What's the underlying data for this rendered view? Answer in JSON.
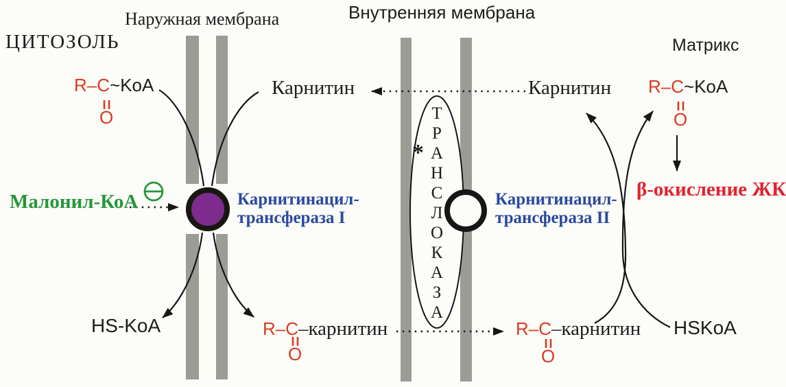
{
  "diagram": {
    "membranes": {
      "outer_label": "Наружная мембрана",
      "inner_label": "Внутренняя мембрана"
    },
    "regions": {
      "cytosol": "ЦИТОЗОЛЬ",
      "matrix": "Матрикс"
    },
    "metabolites": {
      "acyl_coa_cytosol": {
        "acyl": "R–C",
        "coa": "~KoA",
        "oxygen": "O"
      },
      "acyl_coa_matrix": {
        "acyl": "R–C",
        "coa": "~KoA",
        "oxygen": "O"
      },
      "carnitine_cytosol": "Карнитин",
      "carnitine_matrix": "Карнитин",
      "acyl_carnitine_left": {
        "acyl": "R–C",
        "carnitine": "–карнитин",
        "oxygen": "O"
      },
      "acyl_carnitine_right": {
        "acyl": "R–C",
        "carnitine": "–карнитин",
        "oxygen": "O"
      },
      "malonyl_coa": "Малонил-КоА",
      "hs_coa_cytosol": "HS-KoA",
      "hs_coa_matrix": "HSKoA"
    },
    "enzymes": {
      "cat1": {
        "line1": "Карнитинацил-",
        "line2": "трансфераза I"
      },
      "cat2": {
        "line1": "Карнитинацил-",
        "line2": "трансфераза II"
      },
      "translocase": {
        "footnote_marker": "*",
        "letters": [
          "Т",
          "Р",
          "А",
          "Н",
          "С",
          "Л",
          "О",
          "К",
          "А",
          "З",
          "А"
        ]
      }
    },
    "pathway": {
      "beta_oxidation": "β-окисление ЖК"
    },
    "colors": {
      "formula_red": "#d93a20",
      "enzyme_blue": "#2c49a0",
      "inhibitor_green": "#27963a",
      "beta_oxidation_red": "#e02330",
      "cat1_circle_purple": "#7d2b8c",
      "membrane_gray": "#9c9c95"
    }
  }
}
